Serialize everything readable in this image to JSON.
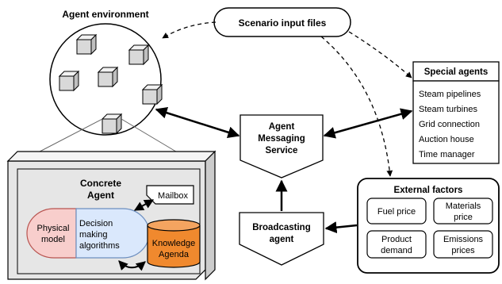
{
  "agent_environment": {
    "title": "Agent environment"
  },
  "scenario": {
    "label": "Scenario input files"
  },
  "special_agents": {
    "title": "Special agents",
    "items": [
      "Steam pipelines",
      "Steam turbines",
      "Grid connection",
      "Auction house",
      "Time manager"
    ]
  },
  "ams": {
    "line1": "Agent",
    "line2": "Messaging",
    "line3": "Service"
  },
  "concrete_agent": {
    "title_line1": "Concrete",
    "title_line2": "Agent",
    "mailbox": "Mailbox",
    "physical_model": {
      "line1": "Physical",
      "line2": "model"
    },
    "decision": {
      "line1": "Decision",
      "line2": "making",
      "line3": "algorithms"
    },
    "knowledge": {
      "line1": "Knowledge",
      "line2": "Agenda"
    }
  },
  "broadcasting": {
    "line1": "Broadcasting",
    "line2": "agent"
  },
  "external_factors": {
    "title": "External factors",
    "fuel_price": "Fuel price",
    "materials_price": {
      "line1": "Materials",
      "line2": "price"
    },
    "product_demand": {
      "line1": "Product",
      "line2": "demand"
    },
    "emissions_price": {
      "line1": "Emissions",
      "line2": "prices"
    }
  },
  "colors": {
    "physical_fill": "#f8cecc",
    "decision_fill": "#dae8fc",
    "knowledge_fill": "#f0892e",
    "agent_box_fill": "#e6e6e6"
  }
}
